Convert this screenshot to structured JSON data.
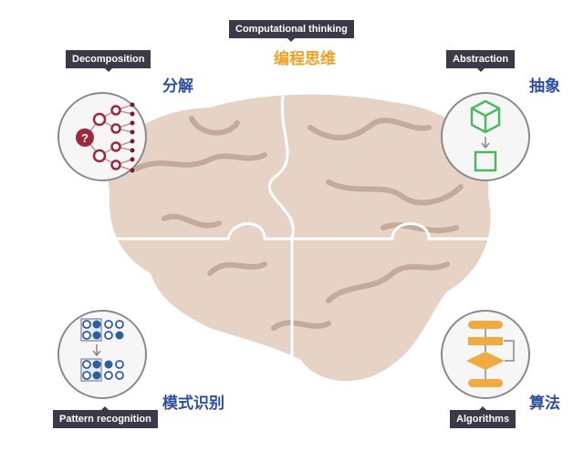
{
  "title": {
    "en": "Computational thinking",
    "cn": "编程思维"
  },
  "quadrants": [
    {
      "en": "Decomposition",
      "cn": "分解",
      "icon": "tree-icon"
    },
    {
      "en": "Abstraction",
      "cn": "抽象",
      "icon": "cube-to-square-icon"
    },
    {
      "en": "Pattern recognition",
      "cn": "模式识别",
      "icon": "dot-grid-icon"
    },
    {
      "en": "Algorithms",
      "cn": "算法",
      "icon": "flowchart-icon"
    }
  ],
  "colors": {
    "brain": "#e7d3c5",
    "veins": "#c3aa9a",
    "label_bg": "#3a3a48",
    "cn_text": "#2d4f9e",
    "title_cn": "#f0a020",
    "decomp": "#a0283c",
    "abstraction": "#4cb860",
    "pattern": "#2d5fa0",
    "algorithm": "#f0aa40"
  }
}
